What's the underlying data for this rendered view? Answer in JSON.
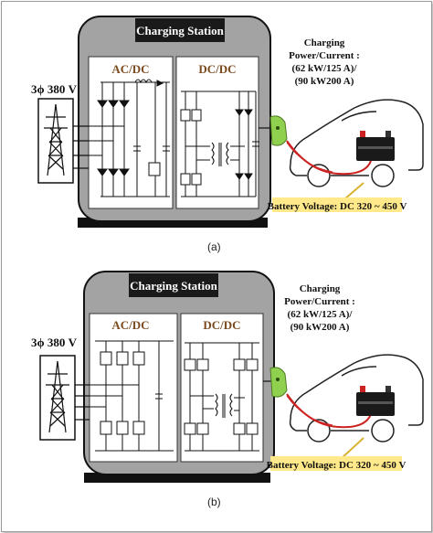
{
  "panels": [
    {
      "id": "a",
      "title": "Charging Station",
      "rectifier_label": "AC/DC",
      "converter_label": "DC/DC",
      "source_label": "3ϕ 380 V",
      "power_label_1": "Charging",
      "power_label_2": "Power/Current :",
      "power_label_3": "(62 kW/125 A)/",
      "power_label_4": "(90 kW200 A)",
      "battery_label": "Battery Voltage: DC 320 ~ 450 V",
      "caption": "(a)"
    },
    {
      "id": "b",
      "title": "Charging Station",
      "rectifier_label": "AC/DC",
      "converter_label": "DC/DC",
      "source_label": "3ϕ 380 V",
      "power_label_1": "Charging",
      "power_label_2": "Power/Current :",
      "power_label_3": "(62 kW/125 A)/",
      "power_label_4": "(90 kW200 A)",
      "battery_label": "Battery Voltage: DC 320 ~ 450 V",
      "caption": "(b)"
    }
  ],
  "colors": {
    "station_fill": "#a3a3a3",
    "title_bar": "#1a1a1a",
    "inner_panel": "#ffffff",
    "label_brown": "#7a4a1e",
    "connector_green": "#8fd14f",
    "battery_label_bg": "#ffe98a",
    "cable_red": "#cc2222"
  },
  "icons": [
    "transmission-tower-icon",
    "electric-car-icon",
    "battery-icon",
    "charging-connector-icon"
  ]
}
